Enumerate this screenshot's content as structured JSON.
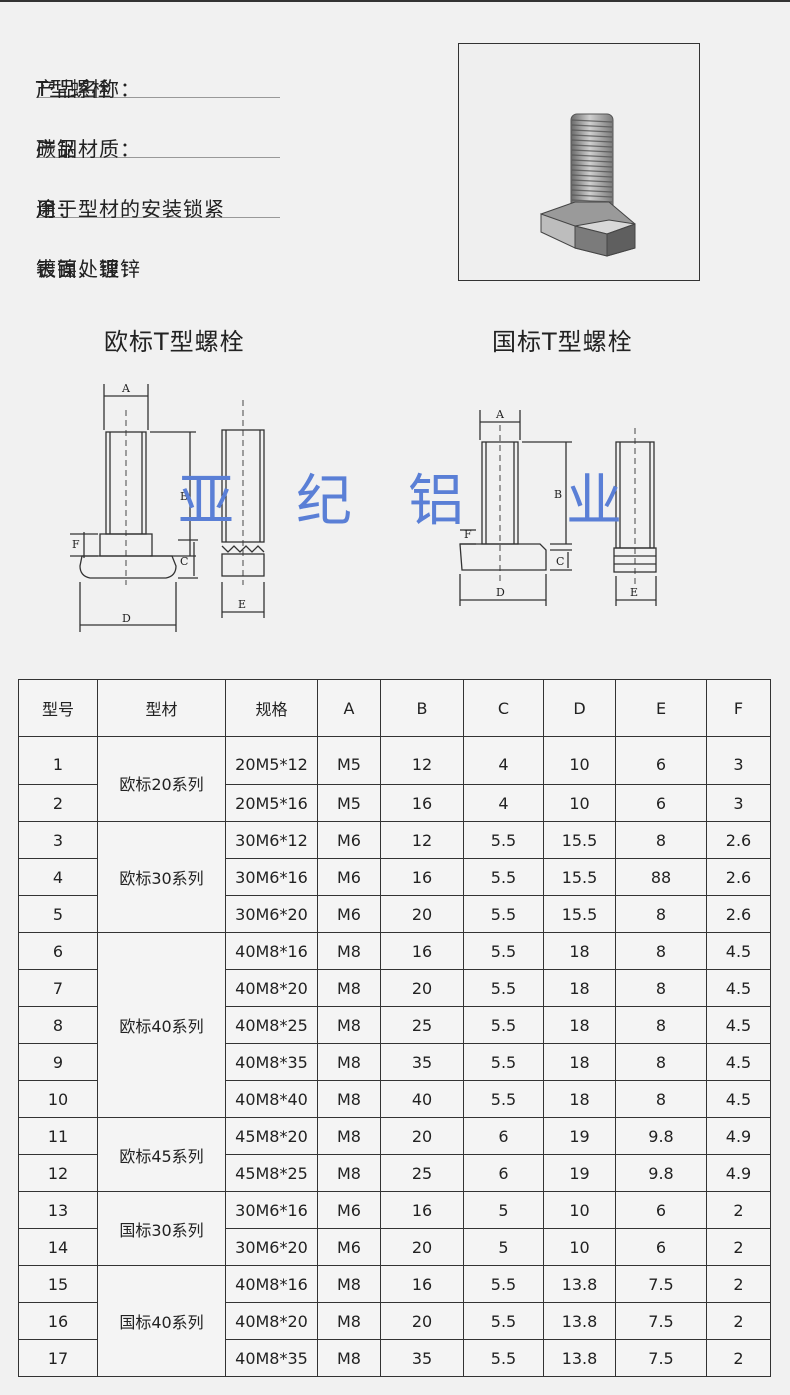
{
  "specs": [
    {
      "label": "产品名称：",
      "value": "T型螺栓"
    },
    {
      "label": "产品材质：",
      "value": "碳钢"
    },
    {
      "label_a": "用",
      "label_b": "途：",
      "value": "用于型材的安装锁紧"
    },
    {
      "label": "表面处理：",
      "value": "镀镍、镀锌"
    }
  ],
  "headings": {
    "eu": "欧标T型螺栓",
    "cn": "国标T型螺栓"
  },
  "watermark": [
    "亚",
    "纪",
    "铝",
    "业"
  ],
  "dimension_labels": {
    "A": "A",
    "B": "B",
    "C": "C",
    "D": "D",
    "E": "E",
    "F": "F"
  },
  "table": {
    "headers": [
      "型号",
      "型材",
      "规格",
      "A",
      "B",
      "C",
      "D",
      "E",
      "F"
    ],
    "groups": [
      "欧标20系列",
      "欧标30系列",
      "欧标40系列",
      "欧标45系列",
      "国标30系列",
      "国标40系列"
    ],
    "rows": [
      [
        "1",
        "20M5*12",
        "M5",
        "12",
        "4",
        "10",
        "6",
        "3"
      ],
      [
        "2",
        "20M5*16",
        "M5",
        "16",
        "4",
        "10",
        "6",
        "3"
      ],
      [
        "3",
        "30M6*12",
        "M6",
        "12",
        "5.5",
        "15.5",
        "8",
        "2.6"
      ],
      [
        "4",
        "30M6*16",
        "M6",
        "16",
        "5.5",
        "15.5",
        "88",
        "2.6"
      ],
      [
        "5",
        "30M6*20",
        "M6",
        "20",
        "5.5",
        "15.5",
        "8",
        "2.6"
      ],
      [
        "6",
        "40M8*16",
        "M8",
        "16",
        "5.5",
        "18",
        "8",
        "4.5"
      ],
      [
        "7",
        "40M8*20",
        "M8",
        "20",
        "5.5",
        "18",
        "8",
        "4.5"
      ],
      [
        "8",
        "40M8*25",
        "M8",
        "25",
        "5.5",
        "18",
        "8",
        "4.5"
      ],
      [
        "9",
        "40M8*35",
        "M8",
        "35",
        "5.5",
        "18",
        "8",
        "4.5"
      ],
      [
        "10",
        "40M8*40",
        "M8",
        "40",
        "5.5",
        "18",
        "8",
        "4.5"
      ],
      [
        "11",
        "45M8*20",
        "M8",
        "20",
        "6",
        "19",
        "9.8",
        "4.9"
      ],
      [
        "12",
        "45M8*25",
        "M8",
        "25",
        "6",
        "19",
        "9.8",
        "4.9"
      ],
      [
        "13",
        "30M6*16",
        "M6",
        "16",
        "5",
        "10",
        "6",
        "2"
      ],
      [
        "14",
        "30M6*20",
        "M6",
        "20",
        "5",
        "10",
        "6",
        "2"
      ],
      [
        "15",
        "40M8*16",
        "M8",
        "16",
        "5.5",
        "13.8",
        "7.5",
        "2"
      ],
      [
        "16",
        "40M8*20",
        "M8",
        "20",
        "5.5",
        "13.8",
        "7.5",
        "2"
      ],
      [
        "17",
        "40M8*35",
        "M8",
        "35",
        "5.5",
        "13.8",
        "7.5",
        "2"
      ]
    ]
  }
}
